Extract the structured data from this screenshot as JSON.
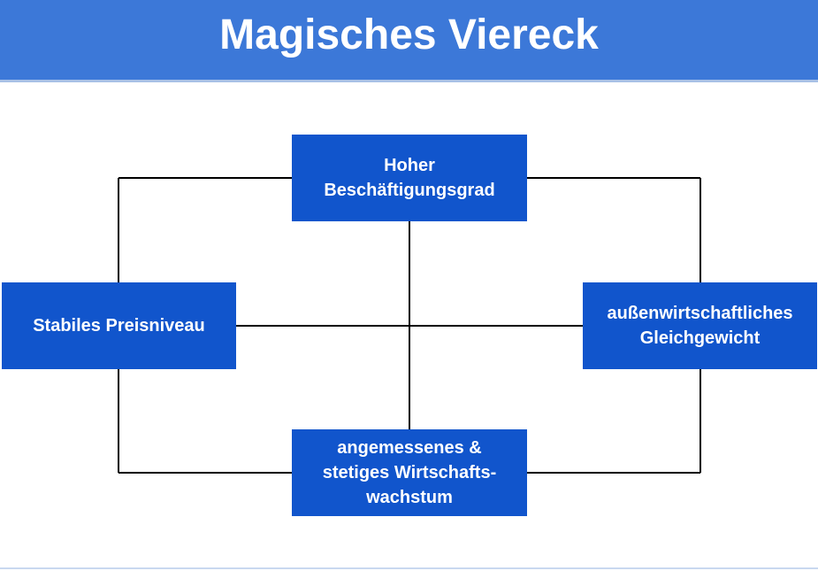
{
  "title": "Magisches Viereck",
  "boxes": {
    "top": "Hoher\nBeschäftigungsgrad",
    "left": "Stabiles Preisniveau",
    "right": "außenwirtschaftliches\nGleichgewicht",
    "bottom": "angemessenes &\nstetiges Wirtschafts-\nwachstum"
  },
  "colors": {
    "header": "#3c78d8",
    "box": "#1155cc",
    "text": "#ffffff",
    "lines": "#000000"
  }
}
